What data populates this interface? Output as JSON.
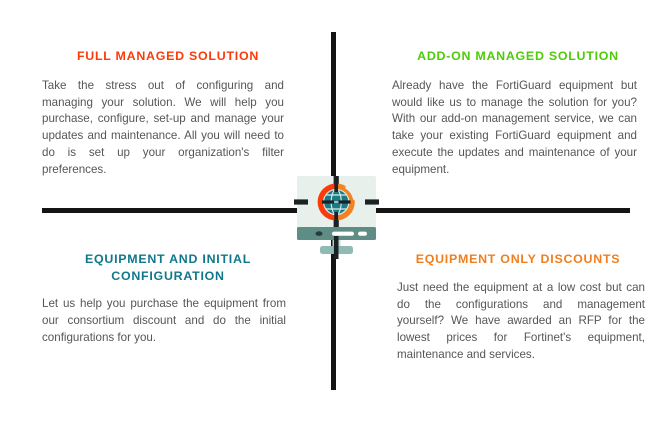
{
  "layout": {
    "type": "four-quadrant-infographic",
    "background_color": "#ffffff",
    "divider_color": "#141414",
    "body_text_color": "#565656"
  },
  "quadrants": [
    {
      "id": "full-managed-solution",
      "position": "top-left",
      "heading": "FULL MANAGED SOLUTION",
      "heading_color": "#fb3c09",
      "body": "Take the stress out of configuring and managing your solution. We will help you purchase, configure, set-up and manage your updates and maintenance. All you will need to do is set up your organization's filter preferences."
    },
    {
      "id": "add-on-managed-solution",
      "position": "top-right",
      "heading": "ADD-ON MANAGED SOLUTION",
      "heading_color": "#4ecc05",
      "body": "Already have the FortiGuard equipment but would like us to manage the solution for you? With our add-on management service, we can take your existing FortiGuard equipment and execute  the updates and maintenance of your equipment."
    },
    {
      "id": "equipment-and-initial-configuration",
      "position": "bottom-left",
      "heading": "EQUIPMENT AND INITIAL CONFIGURATION",
      "heading_color": "#10788a",
      "body": "Let us help you purchase the equipment from our consortium discount and do the initial configurations for you."
    },
    {
      "id": "equipment-only-discounts",
      "position": "bottom-right",
      "heading": "EQUIPMENT ONLY DISCOUNTS",
      "heading_color": "#f07f20",
      "body": "Just need the equipment at a low cost but can do the configurations and management yourself? We have awarded an RFP for the lowest prices for Fortinet's equipment, maintenance and services."
    }
  ],
  "center_icon": {
    "name": "monitor-globe-target-icon",
    "description": "Computer monitor displaying a crosshair target over a teal globe",
    "colors": {
      "screen": "#e8f0ec",
      "monitor_body": "#5e8d86",
      "monitor_stand": "#a8cbc4",
      "ring_left": "#fb3c09",
      "ring_right": "#f58220",
      "globe": "#1d7a85",
      "globe_lines": "#d8ece9",
      "crosshair": "#1a2226"
    }
  }
}
